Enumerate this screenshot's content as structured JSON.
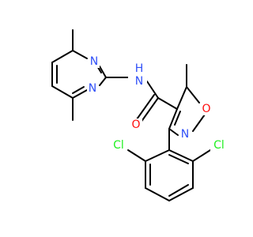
{
  "colors": {
    "carbon_bond": "#000000",
    "nitrogen": "#3050F8",
    "oxygen": "#FF0D0D",
    "chlorine": "#1FF01F"
  },
  "atoms": {
    "amide_nh": {
      "text": "N",
      "h": "H",
      "element": "nitrogen"
    },
    "pyrimidine_n_top": {
      "text": "N",
      "element": "nitrogen"
    },
    "pyrimidine_n_bottom": {
      "text": "N",
      "element": "nitrogen"
    },
    "carbonyl_o": {
      "text": "O",
      "element": "oxygen"
    },
    "isoxazole_o": {
      "text": "O",
      "element": "oxygen"
    },
    "isoxazole_n": {
      "text": "N",
      "element": "nitrogen"
    },
    "cl_left": {
      "text": "Cl",
      "element": "chlorine"
    },
    "cl_right": {
      "text": "Cl",
      "element": "chlorine"
    }
  }
}
